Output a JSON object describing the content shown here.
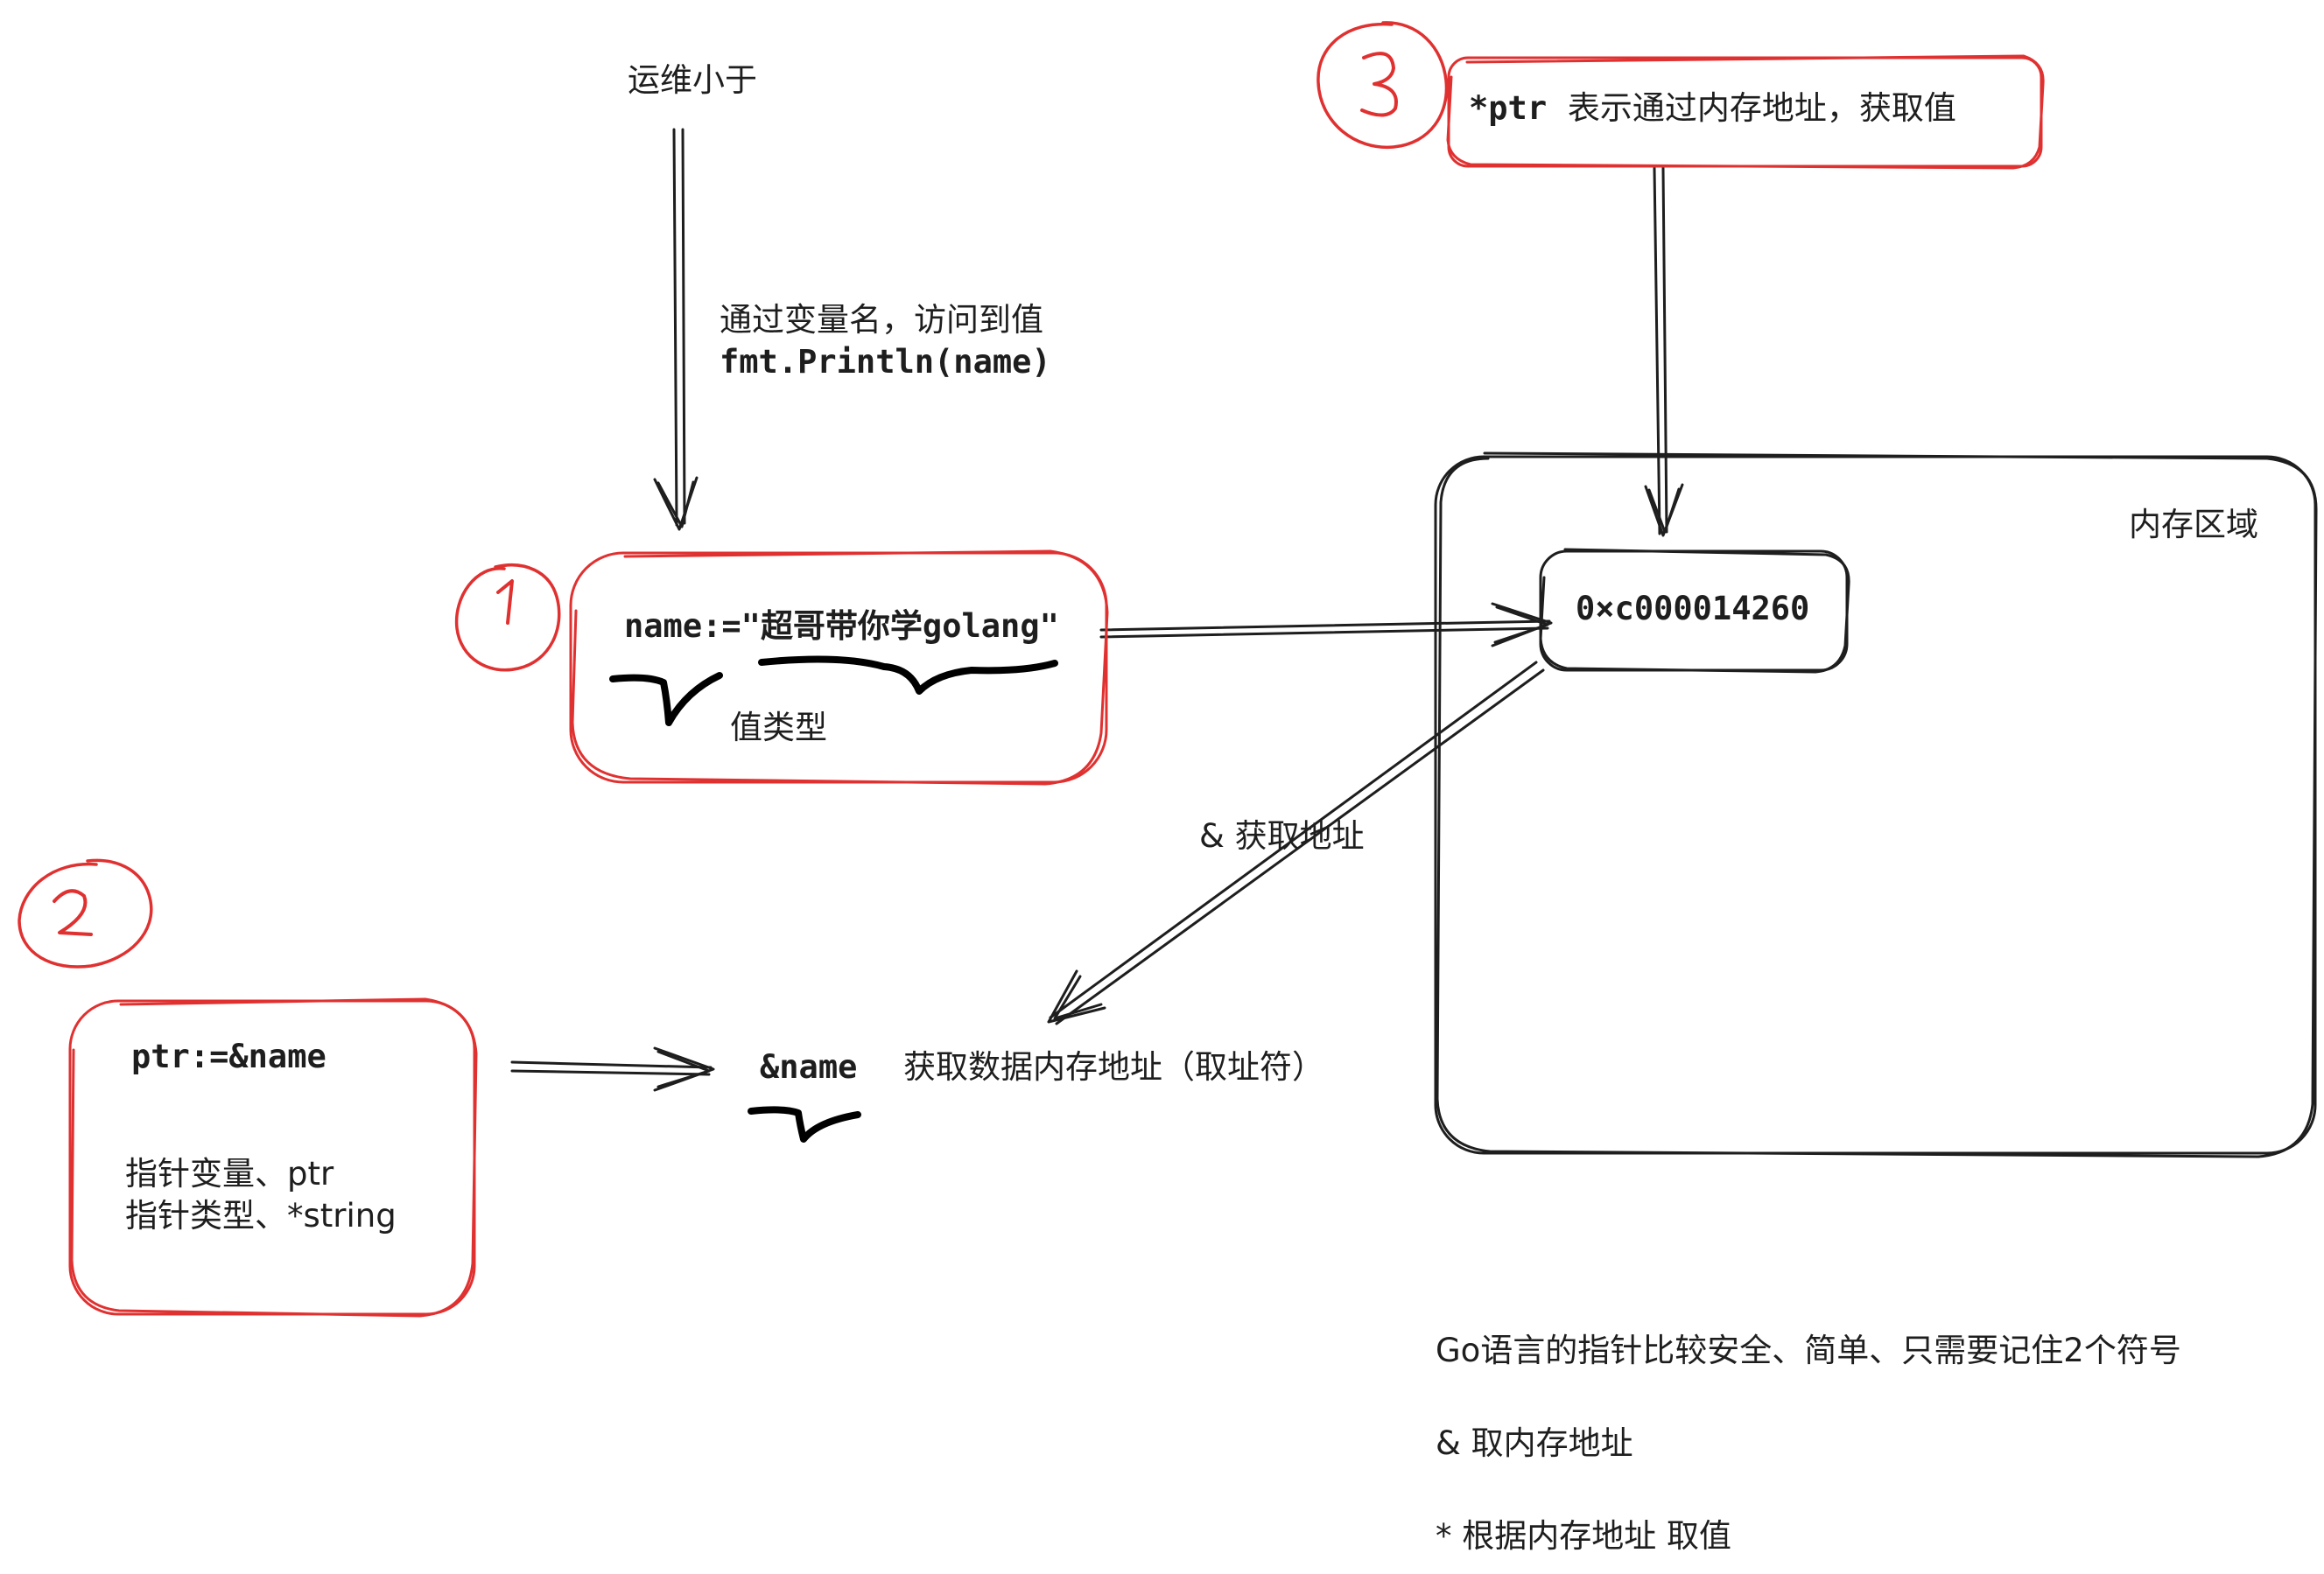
{
  "author": "运维小于",
  "variable_access": {
    "line1": "通过变量名，访问到值",
    "line2": "fmt.Println(name)"
  },
  "step_markers": [
    "1",
    "2",
    "3"
  ],
  "step1": {
    "code_prefix": "name:=\"",
    "code_value": "超哥带你学golang",
    "code_suffix": "\"",
    "annotation": "值类型"
  },
  "step2": {
    "code": "ptr:=&name",
    "line1": "指针变量、ptr",
    "line2": "指针类型、*string"
  },
  "step3": {
    "code": "*ptr",
    "description": "表示通过内存地址，获取值"
  },
  "memory_area": {
    "title": "内存区域",
    "address": "0×c000014260"
  },
  "get_address_arrow_label": "& 获取地址",
  "address_operator": {
    "code": "&name",
    "description": "获取数据内存地址（取址符）"
  },
  "summary": {
    "title": "Go语言的指针比较安全、简单、只需要记住2个符号",
    "item1": "&  取内存地址",
    "item2": "*  根据内存地址  取值"
  },
  "colors": {
    "ink": "#1e1e1e",
    "marker_red": "#e03131",
    "background": "#ffffff"
  }
}
